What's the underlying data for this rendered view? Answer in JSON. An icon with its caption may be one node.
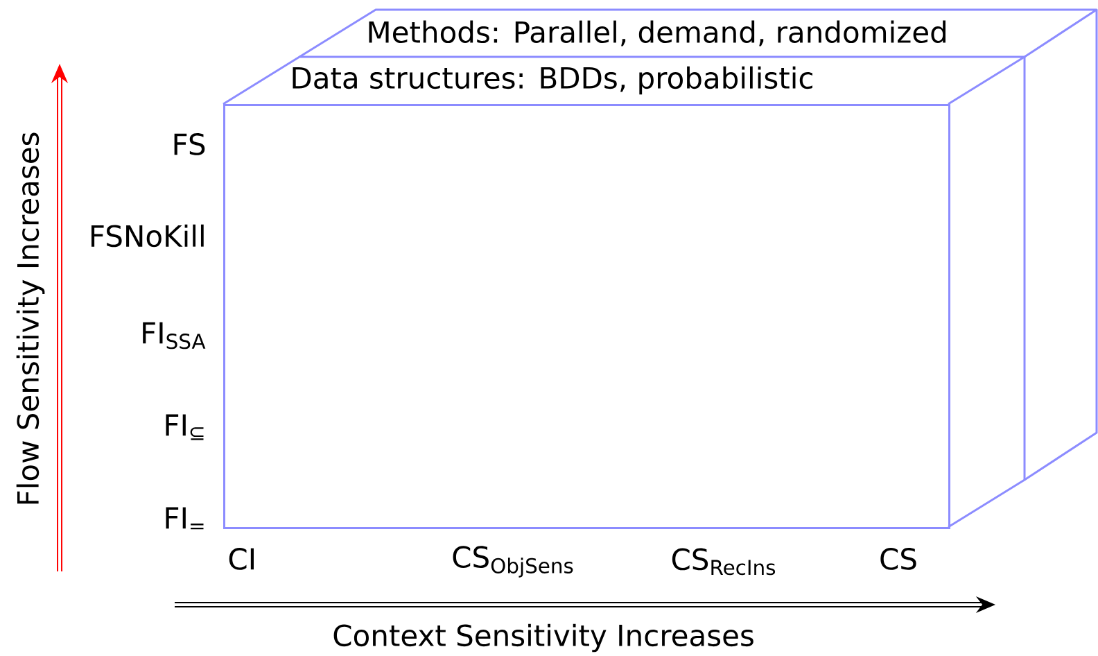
{
  "diagram": {
    "nodes": [
      {
        "text": [
          "Methods: Parallel, demand, randomized"
        ]
      },
      {
        "text": [
          "Data structures: BDDs, probabilistic"
        ]
      },
      {
        "text": [],
        "shape": "box"
      }
    ],
    "labels": [
      "FS",
      "FSNoKill",
      "FI$_{SSA}$",
      "FI$_{⊆}$",
      "FI$_{=}$",
      "CI",
      "CS$_{ObjSens}$",
      "CS$_{RecIns}$",
      "CS",
      "Flow Sensitivity Increases",
      "Context Sensitivity Increases"
    ]
  }
}
